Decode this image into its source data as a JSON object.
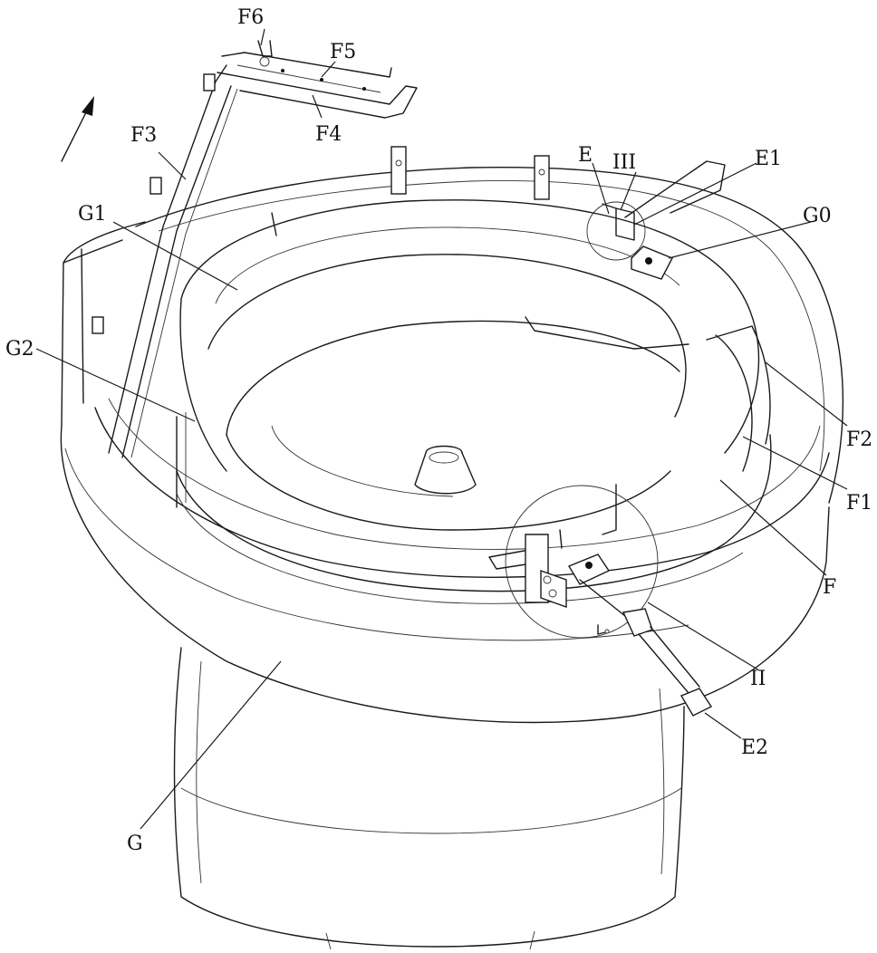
{
  "figure": {
    "labels": {
      "F6": "F6",
      "F5": "F5",
      "F4": "F4",
      "F3": "F3",
      "G1": "G1",
      "G2": "G2",
      "E": "E",
      "III": "III",
      "E1": "E1",
      "G0": "G0",
      "F2": "F2",
      "F1": "F1",
      "F": "F",
      "II": "II",
      "E2": "E2",
      "G": "G"
    }
  }
}
